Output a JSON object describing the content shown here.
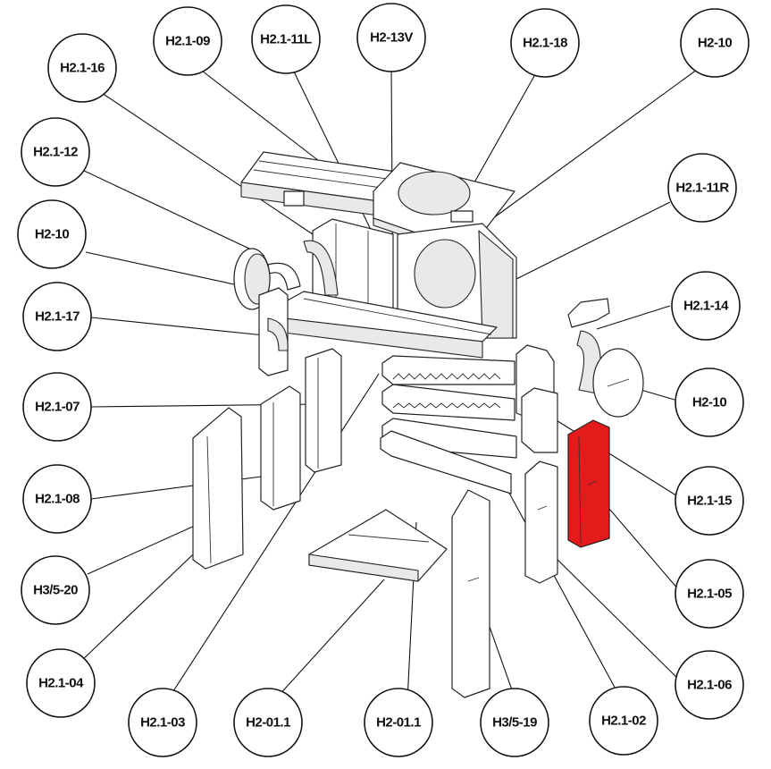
{
  "diagram": {
    "highlight_color": "#e31b1b",
    "highlighted_part": "H2.1-05",
    "callouts": [
      {
        "id": "c01",
        "label": "H2.1-16"
      },
      {
        "id": "c02",
        "label": "H2.1-09"
      },
      {
        "id": "c03",
        "label": "H2.1-11L"
      },
      {
        "id": "c04",
        "label": "H2-13V"
      },
      {
        "id": "c05",
        "label": "H2.1-18"
      },
      {
        "id": "c06",
        "label": "H2-10"
      },
      {
        "id": "c07",
        "label": "H2.1-12"
      },
      {
        "id": "c08",
        "label": "H2.1-11R"
      },
      {
        "id": "c09",
        "label": "H2-10"
      },
      {
        "id": "c10",
        "label": "H2.1-17"
      },
      {
        "id": "c11",
        "label": "H2.1-14"
      },
      {
        "id": "c12",
        "label": "H2.1-07"
      },
      {
        "id": "c13",
        "label": "H2-10"
      },
      {
        "id": "c14",
        "label": "H2.1-15"
      },
      {
        "id": "c15",
        "label": "H2.1-08"
      },
      {
        "id": "c16",
        "label": "H2.1-05"
      },
      {
        "id": "c17",
        "label": "H3/5-20"
      },
      {
        "id": "c18",
        "label": "H2.1-06"
      },
      {
        "id": "c19",
        "label": "H2.1-04"
      },
      {
        "id": "c20",
        "label": "H2.1-03"
      },
      {
        "id": "c21",
        "label": "H2-01.1"
      },
      {
        "id": "c22",
        "label": "H2-01.1"
      },
      {
        "id": "c23",
        "label": "H3/5-19"
      },
      {
        "id": "c24",
        "label": "H2.1-02"
      }
    ]
  }
}
